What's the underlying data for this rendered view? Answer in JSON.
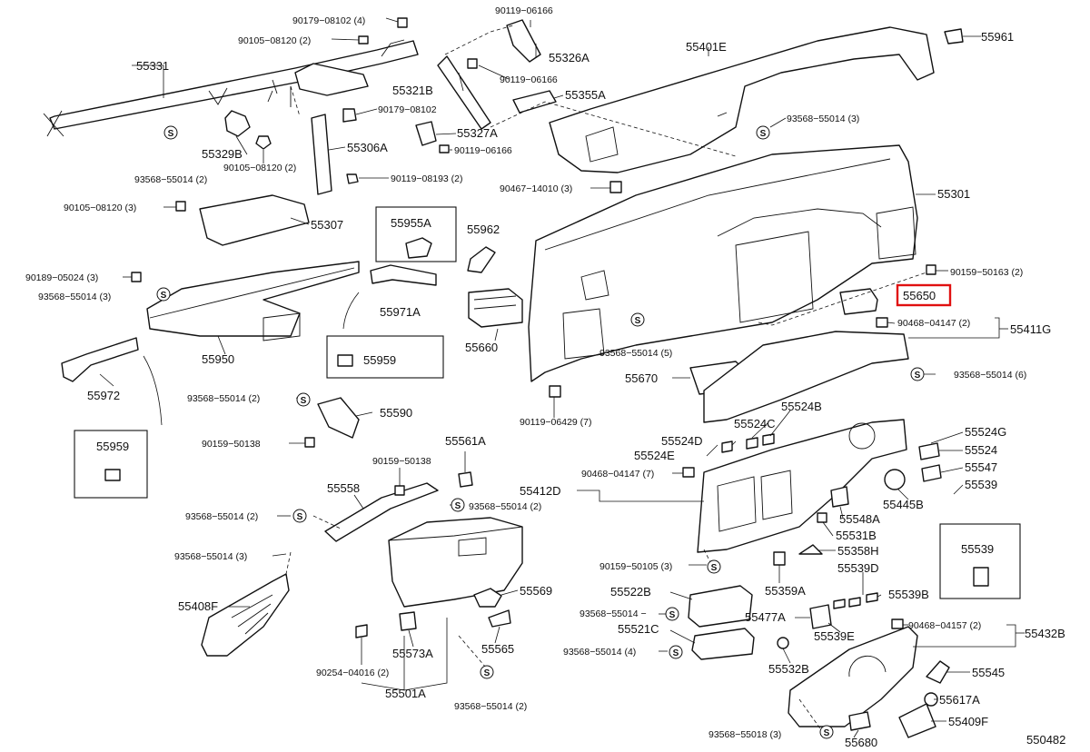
{
  "diagram": {
    "ref_code": "550482",
    "highlighted": "55650",
    "labels": {
      "p55331": "55331",
      "p90179_08102_4": "90179−08102 (4)",
      "p90105_08120_2a": "90105−08120 (2)",
      "p90119_06166a": "90119−06166",
      "p55326A": "55326A",
      "p90119_06166b": "90119−06166",
      "p55321B": "55321B",
      "p55355A": "55355A",
      "p90179_08102": "90179−08102",
      "p55401E": "55401E",
      "p55961": "55961",
      "p93568_55014_3a": "93568−55014 (3)",
      "p55329B": "55329B",
      "p90105_08120_2b": "90105−08120 (2)",
      "p93568_55014_2a": "93568−55014 (2)",
      "p55306A": "55306A",
      "p55327A": "55327A",
      "p90119_06166c": "90119−06166",
      "p90119_08193_2": "90119−08193 (2)",
      "p90467_14010_3": "90467−14010 (3)",
      "p55301": "55301",
      "p90105_08120_3": "90105−08120 (3)",
      "p55307": "55307",
      "p55955A": "55955A",
      "p55962": "55962",
      "p90189_05024_3": "90189−05024 (3)",
      "p93568_55014_3b": "93568−55014 (3)",
      "p55971A": "55971A",
      "p55660": "55660",
      "p90159_50163_2": "90159−50163 (2)",
      "p55650": "55650",
      "p90468_04147_2": "90468−04147 (2)",
      "p55411G": "55411G",
      "p55950": "55950",
      "p55959a": "55959",
      "p93568_55014_5": "93568−55014 (5)",
      "p55670": "55670",
      "p93568_55014_6": "93568−55014 (6)",
      "p55972": "55972",
      "p93568_55014_2b": "93568−55014 (2)",
      "p55590": "55590",
      "p90119_06429_7": "90119−06429 (7)",
      "p55524B": "55524B",
      "p55524C": "55524C",
      "p55524D": "55524D",
      "p55524G": "55524G",
      "p55524": "55524",
      "p55959b": "55959",
      "p90159_50138a": "90159−50138",
      "p55561A": "55561A",
      "p90159_50138b": "90159−50138",
      "p55524E": "55524E",
      "p55547": "55547",
      "p55558": "55558",
      "p90468_04147_7": "90468−04147 (7)",
      "p55412D": "55412D",
      "p55539a": "55539",
      "p93568_55014_2c": "93568−55014 (2)",
      "p93568_55014_2d": "93568−55014 (2)",
      "p55445B": "55445B",
      "p55548A": "55548A",
      "p55531B": "55531B",
      "p55358H": "55358H",
      "p55539b": "55539",
      "p93568_55014_3c": "93568−55014 (3)",
      "p90159_50105_3": "90159−50105 (3)",
      "p55539D": "55539D",
      "p55359A": "55359A",
      "p55522B": "55522B",
      "p55569": "55569",
      "p55539B": "55539B",
      "p55408F": "55408F",
      "p93568_55014_x": "93568−55014 −",
      "p55477A": "55477A",
      "p55521C": "55521C",
      "p55539E": "55539E",
      "p90468_04157_2": "90468−04157 (2)",
      "p55432B": "55432B",
      "p55565": "55565",
      "p93568_55014_4": "93568−55014 (4)",
      "p55532B": "55532B",
      "p55573A": "55573A",
      "p90254_04016_2": "90254−04016 (2)",
      "p55545": "55545",
      "p55501A": "55501A",
      "p55617A": "55617A",
      "p93568_55014_2e": "93568−55014 (2)",
      "p93568_55018_3": "93568−55018 (3)",
      "p55680": "55680",
      "p55409F": "55409F"
    },
    "symbol_letter": "S"
  }
}
